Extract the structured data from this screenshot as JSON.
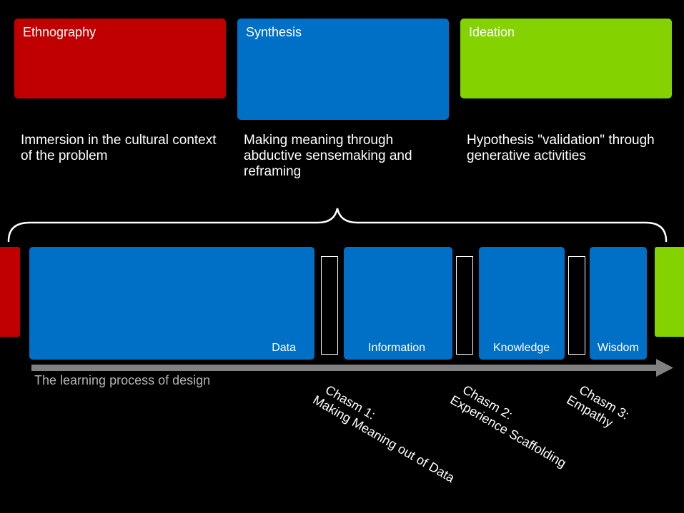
{
  "colors": {
    "ethnography": "#c00000",
    "synthesis": "#0070c6",
    "ideation": "#84d200",
    "block": "#0070c6",
    "arrow": "#808080"
  },
  "phases": [
    {
      "title": "Ethnography",
      "description": "Immersion in the cultural context of the problem"
    },
    {
      "title": "Synthesis",
      "description": "Making meaning through abductive sensemaking and reframing"
    },
    {
      "title": "Ideation",
      "description": "Hypothesis \"validation\" through generative activities"
    }
  ],
  "blocks": [
    "Data",
    "Information",
    "Knowledge",
    "Wisdom"
  ],
  "process_label": "The learning process of design",
  "chasms": [
    {
      "title": "Chasm 1:",
      "subtitle": "Making Meaning out of Data"
    },
    {
      "title": "Chasm 2:",
      "subtitle": "Experience Scaffolding"
    },
    {
      "title": "Chasm 3:",
      "subtitle": "Empathy"
    }
  ]
}
